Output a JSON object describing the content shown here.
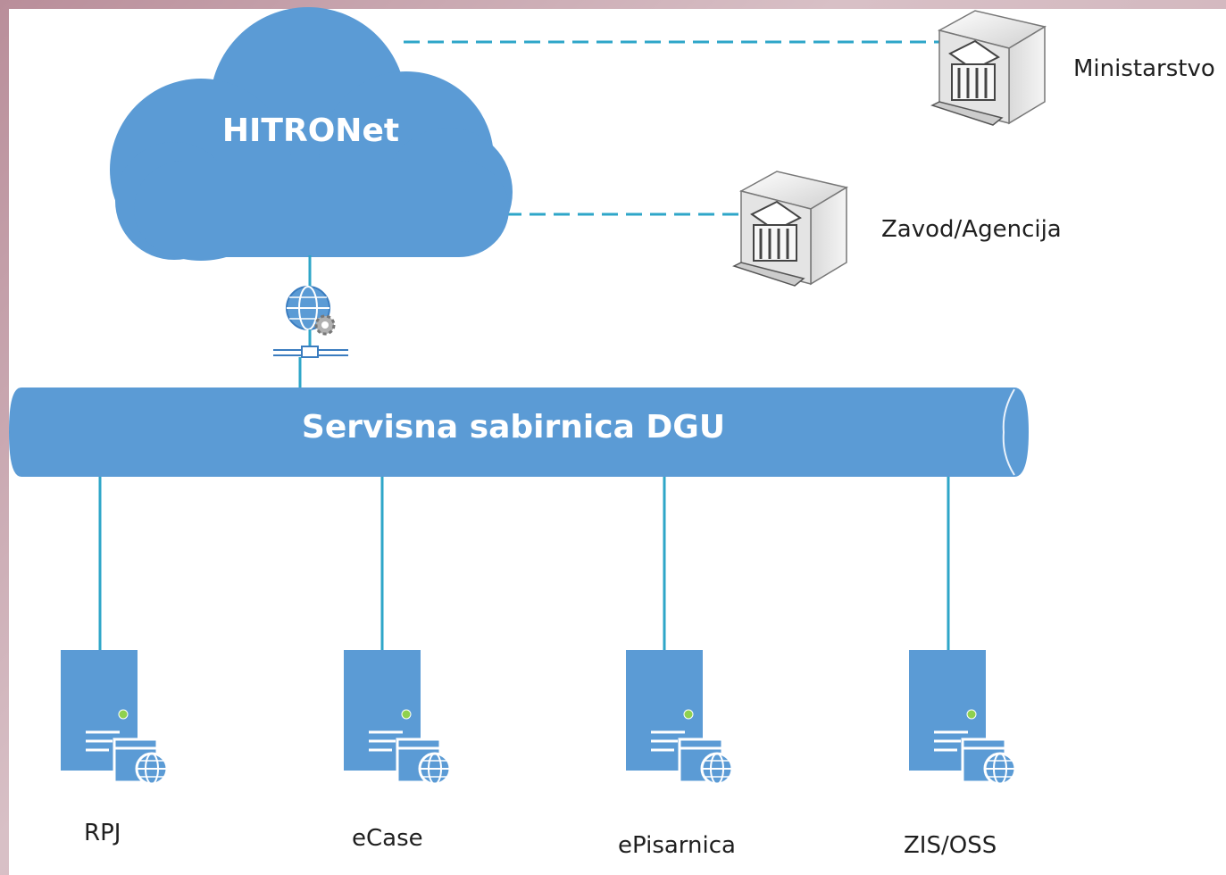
{
  "cloud": {
    "label": "HITRONet"
  },
  "bus": {
    "label": "Servisna sabirnica DGU"
  },
  "external_nodes": [
    {
      "label": "Ministarstvo"
    },
    {
      "label": "Zavod/Agencija"
    }
  ],
  "servers": [
    {
      "label": "RPJ"
    },
    {
      "label": "eCase"
    },
    {
      "label": "ePisarnica"
    },
    {
      "label": "ZIS/OSS"
    }
  ],
  "colors": {
    "primary_blue": "#5b9bd5",
    "connector": "#2ea6c8",
    "dashed_link": "#2ea6c8",
    "text_white": "#ffffff",
    "text_dark": "#1f1f1f"
  },
  "icons": {
    "gateway": "globe-gear-icon",
    "external": "building-server-icon",
    "server": "web-server-icon"
  }
}
